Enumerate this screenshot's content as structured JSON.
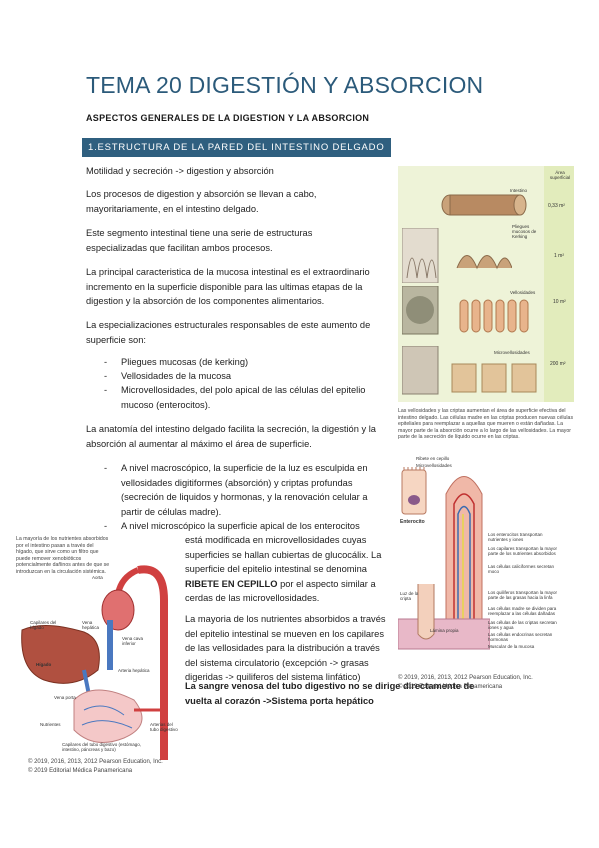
{
  "title": "TEMA 20 DIGESTIÓN Y ABSORCION",
  "subtitle": "ASPECTOS GENERALES DE LA DIGESTION Y LA ABSORCION",
  "section": "1.ESTRUCTURA DE LA PARED DEL INTESTINO DELGADO",
  "p1": "Motilidad y secreción -> digestion y absorción",
  "p2": "Los procesos de digestion y absorción se llevan a cabo, mayoritariamente, en el intestino delgado.",
  "p3": "Este segmento intestinal tiene una serie de estructuras especializadas que facilitan ambos procesos.",
  "p4": "La principal caracteristica de la mucosa intestinal es el extraordinario incremento en la superficie disponible para las ultimas etapas de la digestion y la absorción de los componentes alimentarios.",
  "p5": "La especializaciones estructurales responsables de este aumento de superficie son:",
  "list1": [
    "Pliegues mucosas (de kerking)",
    "Vellosidades de la mucosa",
    "Microvellosidades, del polo apical de las células del epitelio mucoso (enterocitos)."
  ],
  "p6": "La anatomía del intestino delgado facilita la secreción, la digestión y la absorción al aumentar al máximo el área de superficie.",
  "list2a": "A nivel macroscópico, la superficie de la luz es esculpida en vellosidades digitiformes (absorción) y criptas profundas (secreción de liquidos y hormonas, y la renovación celular a partir de células madre).",
  "list2b_1": "A nivel microscópico la superficie apical de los enterocitos",
  "list2b_2": "está modificada en microvellosidades cuyas superficies se hallan cubiertas de glucocálix. La superficie del epitelio intestinal se denomina",
  "list2b_bold": "RIBETE EN CEPILLO",
  "list2b_3": "por el aspecto similar a cerdas de las microvellosidades.",
  "p7": "La mayoria de los nutrientes absorbidos a través del epitelio intestinal se mueven en los capilares de las vellosidades para la distribución a través del sistema circulatorio (excepción -> grasas digeridas -> quiliferos del sistema linfático)",
  "p8": "La sangre venosa del tubo digestivo no se dirige directamente de vuelta al corazón ->Sistema porta hepático",
  "fig1": {
    "header_area": "Área superficial",
    "rows": [
      {
        "label": "Intestino",
        "value": "0,33 m²"
      },
      {
        "label": "Pliegues mucosos de Kerking",
        "value": "1 m²"
      },
      {
        "label": "Vellosidades",
        "value": "10 m²"
      },
      {
        "label": "Microvellosidades",
        "value": "200 m²"
      }
    ],
    "caption": "Las vellosidades y las criptas aumentan el área de superficie efectiva del intestino delgado. Las células madre en las criptas producen nuevas células epiteliales para reemplazar a aquellas que mueren o están dañadas. La mayor parte de la absorción ocurre a lo largo de las vellosidades. La mayor parte de la secreción de líquido ocurre en las criptas."
  },
  "fig2": {
    "labels_top": [
      "Ribete en cepillo",
      "Microvellosidades"
    ],
    "enterocito": "Enterocito",
    "right_labels": [
      "Los enterocitos transportan nutrientes y iones",
      "Los capilares transportan la mayor parte de los nutrientes absorbidos",
      "Las células caliciformes secretan moco",
      "Los quiliferos transportan la mayor parte de las grasas hacia la linfa",
      "Las células madre se dividen para reemplazar a las células dañadas",
      "Las células de las criptas secretan iones y agua",
      "Las células endocrinas secretan hormonas",
      "Muscular de la mucosa"
    ],
    "luz": "Luz de la cripta",
    "lamina": "Lámina propia",
    "copyright1": "© 2019, 2016, 2013, 2012 Pearson Education, Inc.",
    "copyright2": "© 2019 Editorial Médica Panamericana"
  },
  "fig3": {
    "caption": "La mayoría de los nutrientes absorbidos por el intestino pasan a través del hígado, que sirve como un filtro que puede remover xenobióticos potencialmente dañinos antes de que se introduzcan en la circulación sistémica.",
    "labels": [
      "Aorta",
      "Capilares del hígado",
      "Vena hepática",
      "Vena cava inferior",
      "Hígado",
      "Arteria hepática",
      "Vena porta",
      "Nutrientes",
      "Arterias del tubo digestivo",
      "Capilares del tubo digestivo (estómago, intestino, páncreas y bazo)"
    ],
    "copyright1": "© 2019, 2016, 2013, 2012 Pearson Education, Inc.",
    "copyright2": "© 2019 Editorial Médica Panamericana"
  }
}
